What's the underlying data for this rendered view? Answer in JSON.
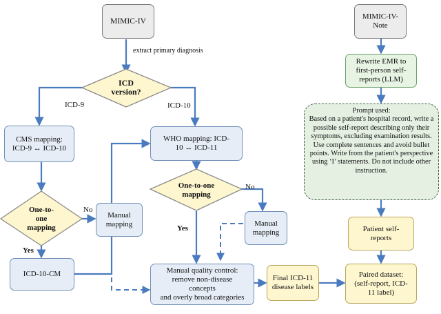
{
  "nodes": {
    "mimic_iv": "MIMIC-IV",
    "mimic_iv_note": "MIMIC-IV-\nNote",
    "rewrite_emr": "Rewrite EMR to\nfirst-person self-\nreports (LLM)",
    "icd_version": "ICD\nversion?",
    "cms_mapping": "CMS mapping:\nICD-9 ↔ ICD-10",
    "who_mapping": "WHO mapping: ICD-\n10 ↔ ICD-11",
    "one_to_one_left": "One-to-\none\nmapping",
    "one_to_one_right": "One-to-one\nmapping",
    "manual_mapping_left": "Manual\nmapping",
    "manual_mapping_right": "Manual\nmapping",
    "icd10cm": "ICD-10-CM",
    "manual_qc": "Manual quality control:\nremove non-disease\nconcepts\nand overly broad categories",
    "final_icd11": "Final ICD-11\ndisease labels",
    "patient_self_reports": "Patient self-\nreports",
    "paired_dataset": "Paired dataset:\n(self-report, ICD-\n11 label)"
  },
  "prompt": {
    "heading": "Prompt used:",
    "body": "Based on a patient's hospital record, write a possible self-report describing only their symptoms, excluding examination results. Use complete sentences and avoid bullet points. Write from the patient's perspective using ‘I’ statements. Do not include other instruction."
  },
  "edge_labels": {
    "extract": "extract primary diagnosis",
    "icd9": "ICD-9",
    "icd10": "ICD-10",
    "no_left": "No",
    "yes_left": "Yes",
    "no_right": "No",
    "yes_right": "Yes"
  },
  "colors": {
    "arrow": "#4a7bbf",
    "gray_fill": "#ececec",
    "blue_fill": "#e6edf7",
    "green_fill": "#e7f3e3",
    "yellow_fill": "#fdf6cf",
    "diamond_fill": "#fdf6cf"
  }
}
